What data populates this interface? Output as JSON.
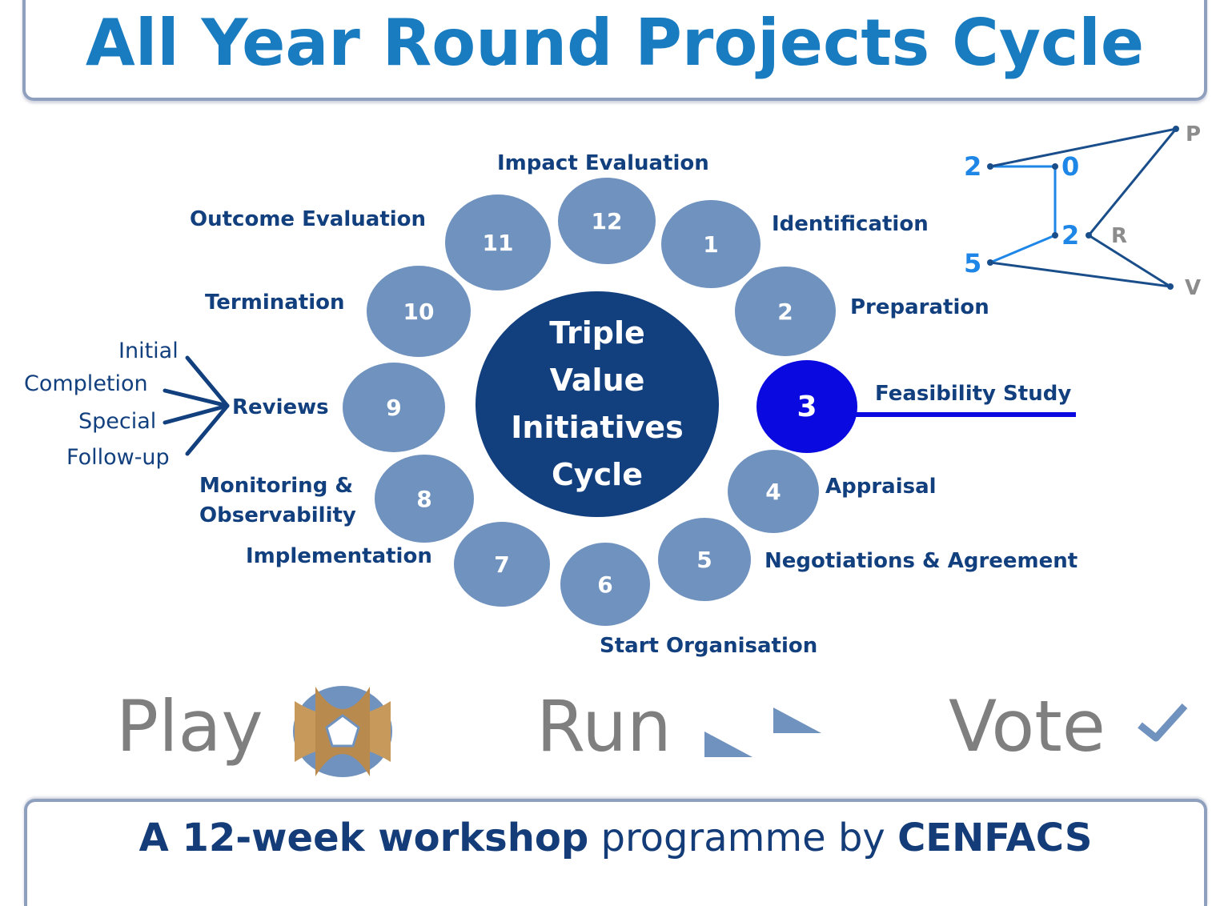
{
  "title": "All Year Round Projects Cycle",
  "center": {
    "lines": [
      "Triple",
      "Value",
      "Initiatives",
      "Cycle"
    ]
  },
  "steps": [
    {
      "number": "1",
      "label": "Identification"
    },
    {
      "number": "2",
      "label": "Preparation"
    },
    {
      "number": "3",
      "label": "Feasibility Study",
      "highlighted": true
    },
    {
      "number": "4",
      "label": "Appraisal"
    },
    {
      "number": "5",
      "label": "Negotiations & Agreement"
    },
    {
      "number": "6",
      "label": "Start Organisation"
    },
    {
      "number": "7",
      "label": "Implementation"
    },
    {
      "number": "8",
      "label_lines": [
        "Monitoring &",
        "Observability"
      ]
    },
    {
      "number": "9",
      "label": "Reviews"
    },
    {
      "number": "10",
      "label": "Termination"
    },
    {
      "number": "11",
      "label": "Outcome Evaluation"
    },
    {
      "number": "12",
      "label": "Impact Evaluation"
    }
  ],
  "reviews": [
    "Initial",
    "Completion",
    "Special",
    "Follow-up"
  ],
  "pvr_logo": {
    "digits": [
      "2",
      "0",
      "2",
      "5"
    ],
    "letters": [
      "P",
      "R",
      "V"
    ]
  },
  "actions": {
    "play": "Play",
    "run": "Run",
    "vote": "Vote"
  },
  "footer": {
    "bold1": "A 12-week workshop",
    "normal": " programme by ",
    "bold2": "CENFACS"
  },
  "colors": {
    "title": "#1a7cc0",
    "node": "#7092bf",
    "active_node": "#0a0ae0",
    "center": "#123f7e",
    "label": "#123f7e",
    "action_text": "#7f7f7f"
  }
}
